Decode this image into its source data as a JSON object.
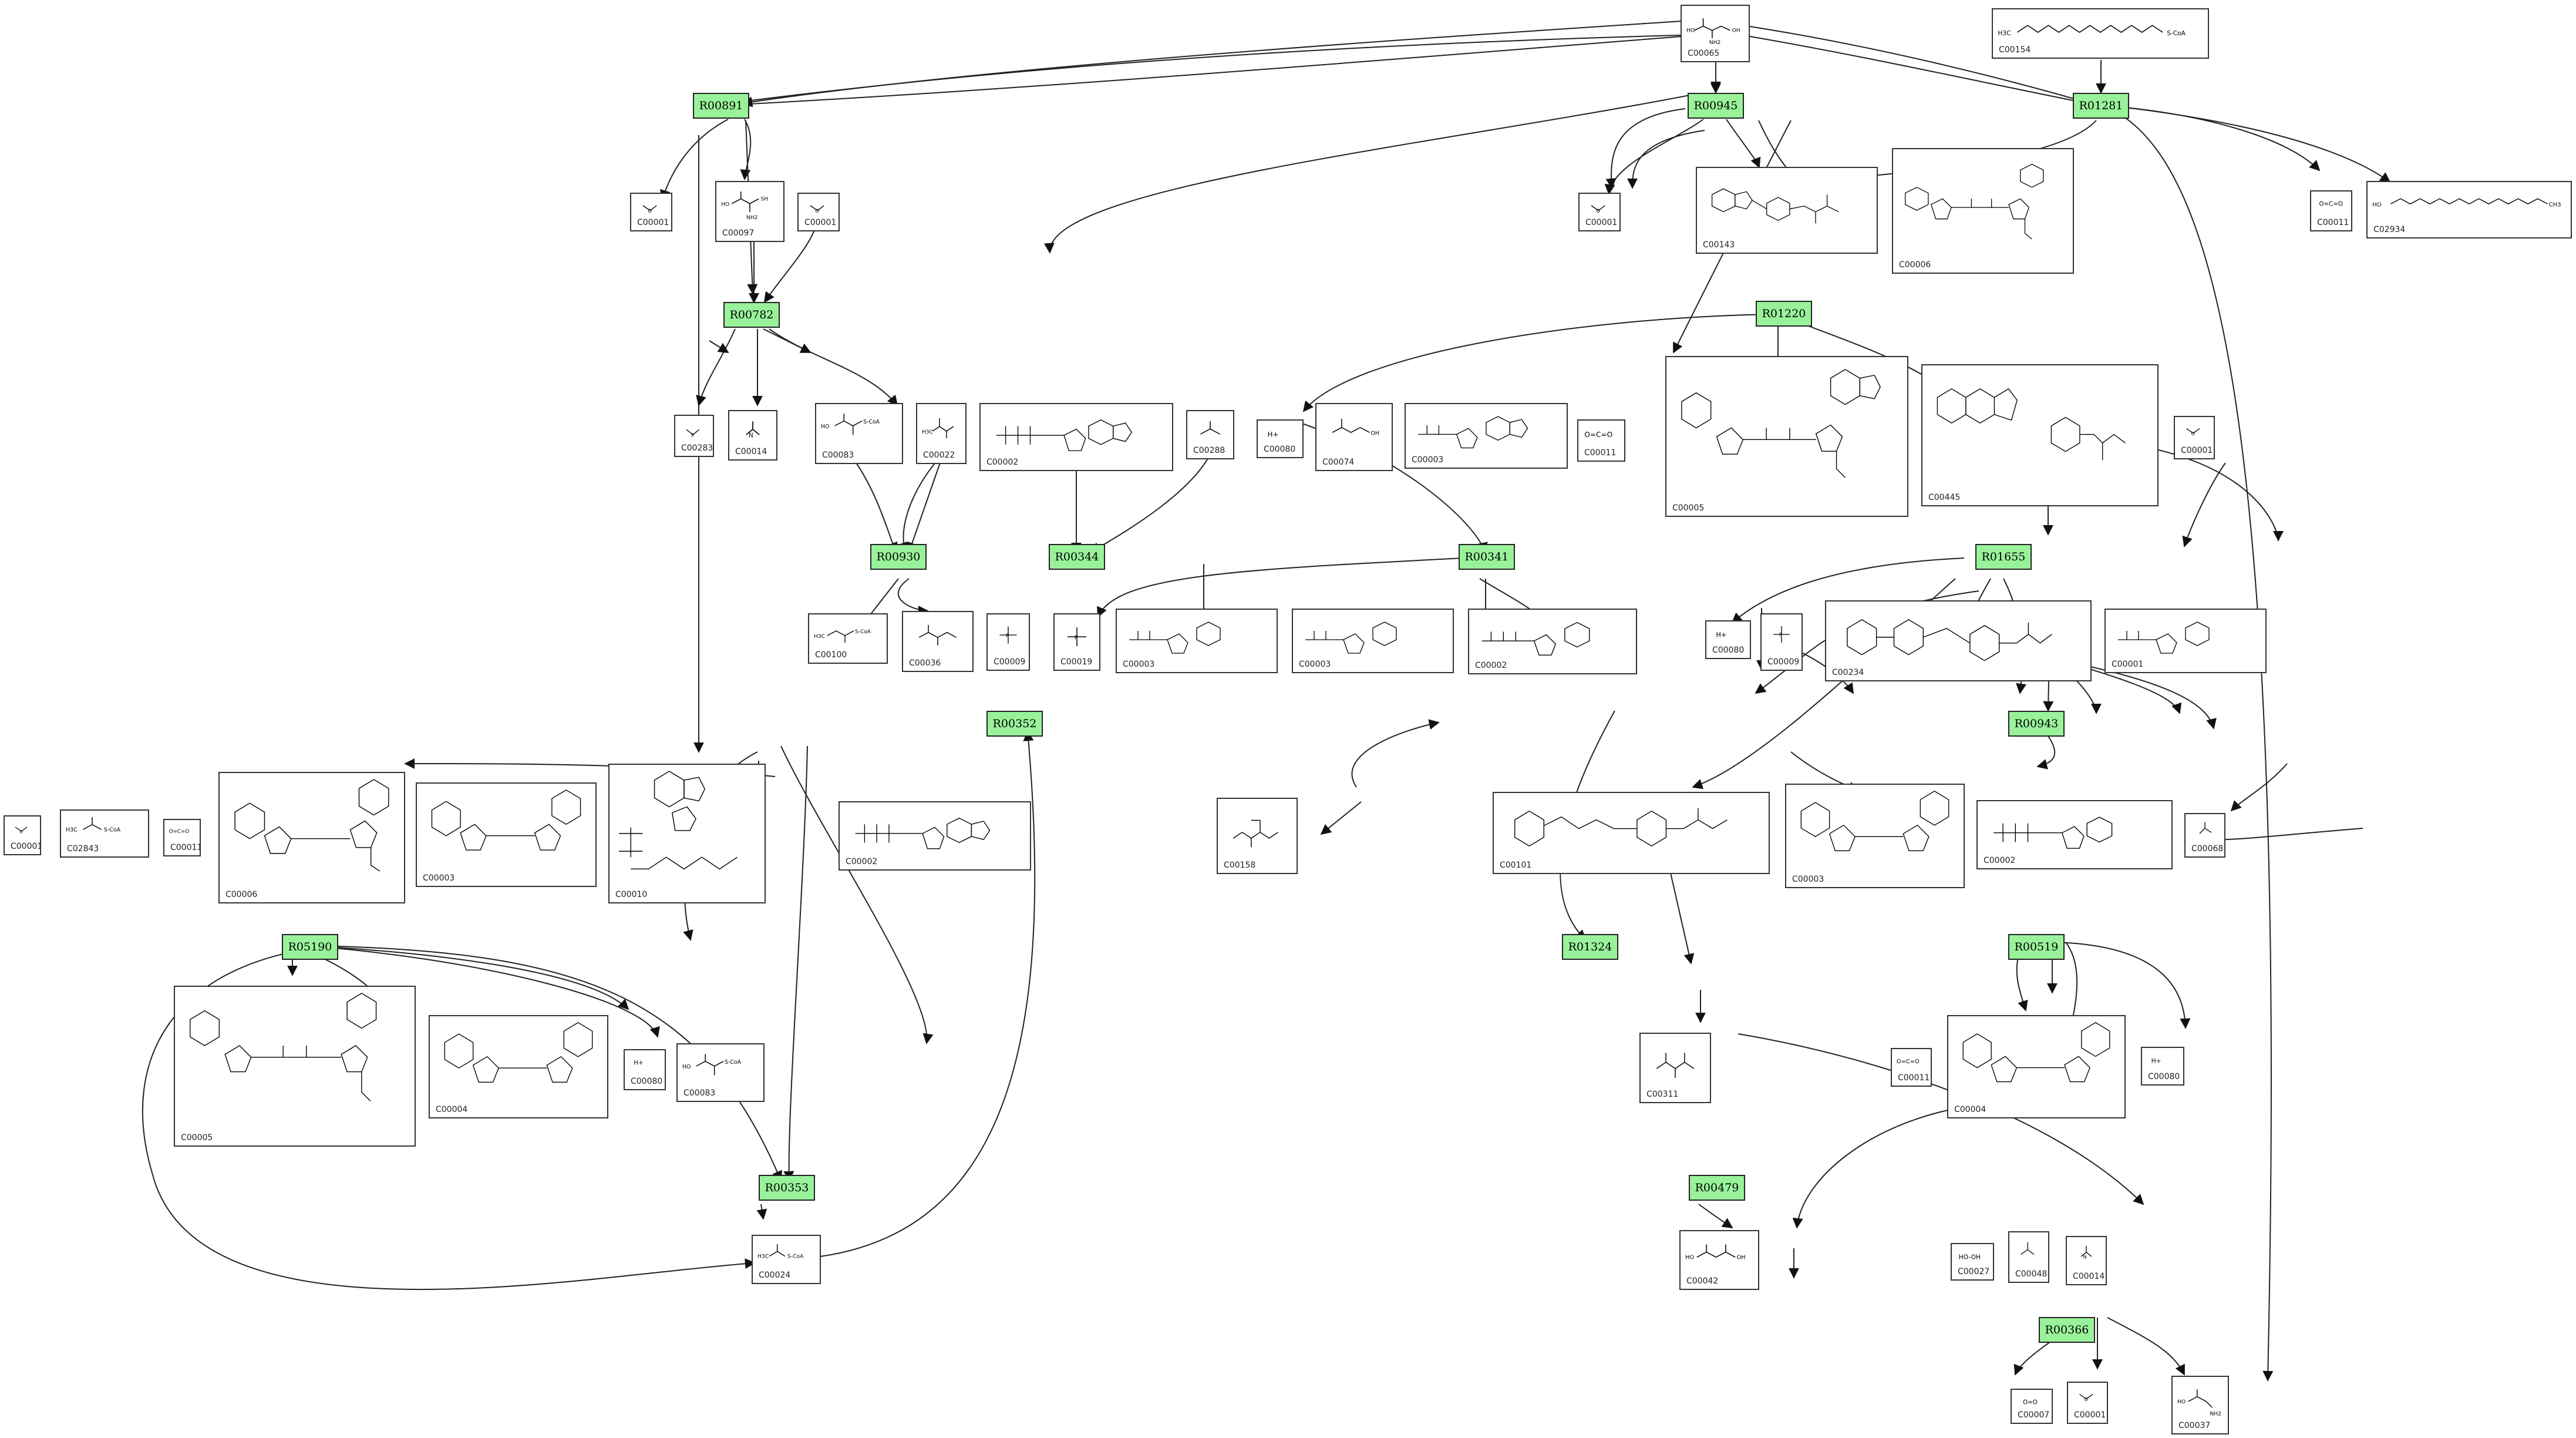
{
  "compounds": [
    {
      "id": "C00065"
    },
    {
      "id": "C00154"
    },
    {
      "id": "C00001"
    },
    {
      "id": "C00097"
    },
    {
      "id": "C00001"
    },
    {
      "id": "C00001"
    },
    {
      "id": "C00143"
    },
    {
      "id": "C00006"
    },
    {
      "id": "C00011"
    },
    {
      "id": "C02934"
    },
    {
      "id": "C00283"
    },
    {
      "id": "C00014"
    },
    {
      "id": "C00083"
    },
    {
      "id": "C00022"
    },
    {
      "id": "C00002"
    },
    {
      "id": "C00288"
    },
    {
      "id": "C00080"
    },
    {
      "id": "C00074"
    },
    {
      "id": "C00003"
    },
    {
      "id": "C00011"
    },
    {
      "id": "C00005"
    },
    {
      "id": "C00445"
    },
    {
      "id": "C00001"
    },
    {
      "id": "C00100"
    },
    {
      "id": "C00036"
    },
    {
      "id": "C00009"
    },
    {
      "id": "C00019"
    },
    {
      "id": "C00003"
    },
    {
      "id": "C00003"
    },
    {
      "id": "C00002"
    },
    {
      "id": "C00080"
    },
    {
      "id": "C00009"
    },
    {
      "id": "C00234"
    },
    {
      "id": "C00001"
    },
    {
      "id": "C00006"
    },
    {
      "id": "C00003"
    },
    {
      "id": "C00010"
    },
    {
      "id": "C00002"
    },
    {
      "id": "C00158"
    },
    {
      "id": "C00101"
    },
    {
      "id": "C00003"
    },
    {
      "id": "C00002"
    },
    {
      "id": "C00068"
    },
    {
      "id": "C00001"
    },
    {
      "id": "C02843"
    },
    {
      "id": "C00011"
    },
    {
      "id": "C00005"
    },
    {
      "id": "C00004"
    },
    {
      "id": "C00080"
    },
    {
      "id": "C00083"
    },
    {
      "id": "C00311"
    },
    {
      "id": "C00011"
    },
    {
      "id": "C00004"
    },
    {
      "id": "C00080"
    },
    {
      "id": "C00024"
    },
    {
      "id": "C00042"
    },
    {
      "id": "C00027"
    },
    {
      "id": "C00048"
    },
    {
      "id": "C00014"
    },
    {
      "id": "C00007"
    },
    {
      "id": "C00001"
    },
    {
      "id": "C00037"
    }
  ],
  "reactions": [
    {
      "id": "R00891"
    },
    {
      "id": "R00945"
    },
    {
      "id": "R01281"
    },
    {
      "id": "R00782"
    },
    {
      "id": "R01220"
    },
    {
      "id": "R00930"
    },
    {
      "id": "R00344"
    },
    {
      "id": "R00341"
    },
    {
      "id": "R01655"
    },
    {
      "id": "R00352"
    },
    {
      "id": "R00943"
    },
    {
      "id": "R05190"
    },
    {
      "id": "R01324"
    },
    {
      "id": "R00519"
    },
    {
      "id": "R00353"
    },
    {
      "id": "R00479"
    },
    {
      "id": "R00366"
    }
  ]
}
